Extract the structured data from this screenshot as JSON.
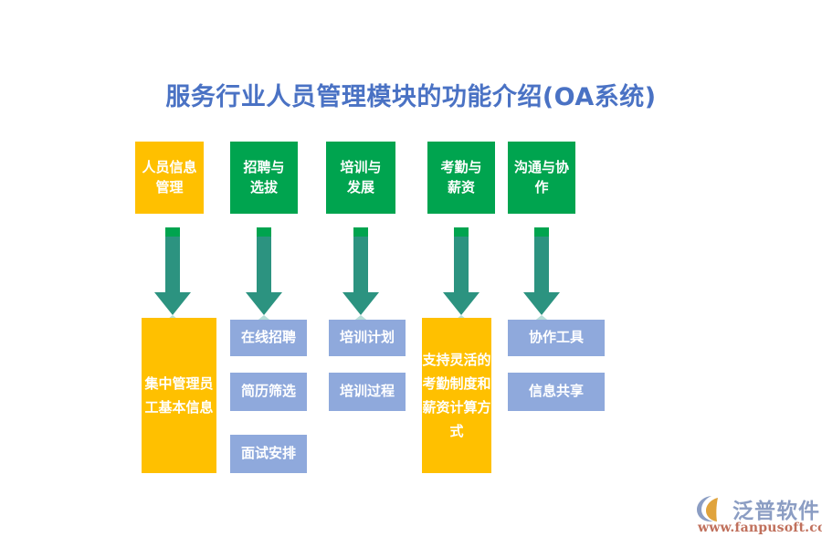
{
  "page": {
    "title": "服务行业人员管理模块的功能介绍(OA系统)",
    "background": "#ffffff",
    "title_color": "#4a72c4"
  },
  "colors": {
    "yellow": "#ffc000",
    "green": "#00a44f",
    "blue": "#8fa9dc",
    "arrow_body": "#2c9380",
    "arrow_cap": "#00a44f",
    "arrow_glow": "#9fd3cb"
  },
  "columns": [
    {
      "id": "personnel-info",
      "header": {
        "label": "人员信息\n管理",
        "color": "#ffc000"
      },
      "items": [
        {
          "label": "集中管理员\n工基本信息",
          "color": "#ffc000"
        }
      ]
    },
    {
      "id": "recruitment",
      "header": {
        "label": "招聘与\n选拔",
        "color": "#00a44f"
      },
      "items": [
        {
          "label": "在线招聘",
          "color": "#8fa9dc"
        },
        {
          "label": "简历筛选",
          "color": "#8fa9dc"
        },
        {
          "label": "面试安排",
          "color": "#8fa9dc"
        }
      ]
    },
    {
      "id": "training",
      "header": {
        "label": "培训与\n发展",
        "color": "#00a44f"
      },
      "items": [
        {
          "label": "培训计划",
          "color": "#8fa9dc"
        },
        {
          "label": "培训过程",
          "color": "#8fa9dc"
        }
      ]
    },
    {
      "id": "attendance-salary",
      "header": {
        "label": "考勤与\n薪资",
        "color": "#00a44f"
      },
      "items": [
        {
          "label": "支持灵活的\n考勤制度和\n薪资计算方\n式",
          "color": "#ffc000"
        }
      ]
    },
    {
      "id": "communication",
      "header": {
        "label": "沟通与协\n作",
        "color": "#00a44f"
      },
      "items": [
        {
          "label": "协作工具",
          "color": "#8fa9dc"
        },
        {
          "label": "信息共享",
          "color": "#8fa9dc"
        }
      ]
    }
  ],
  "arrows": {
    "count": 5,
    "direction": "down",
    "icon": "down-arrow-icon"
  },
  "logo": {
    "name": "泛普软件",
    "url": "www.fanpusoft.com",
    "mark": "fanpu-logo-icon",
    "name_color": "#8b9dc3",
    "url_color": "#c0705c"
  }
}
